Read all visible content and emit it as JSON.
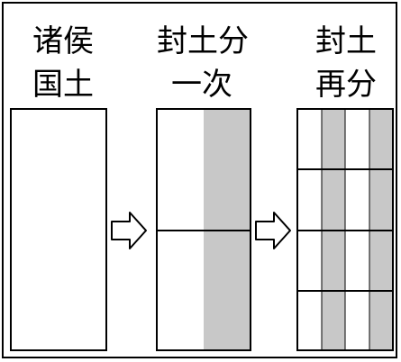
{
  "panels": [
    {
      "id": "original",
      "line1": "诸侯",
      "line2": "国土"
    },
    {
      "id": "first_split",
      "line1": "封土分",
      "line2": "一次"
    },
    {
      "id": "second_split",
      "line1": "封土",
      "line2": "再分"
    }
  ],
  "colors": {
    "border": "#000000",
    "fill_gray": "#c8c8c8",
    "fill_white": "#ffffff"
  }
}
